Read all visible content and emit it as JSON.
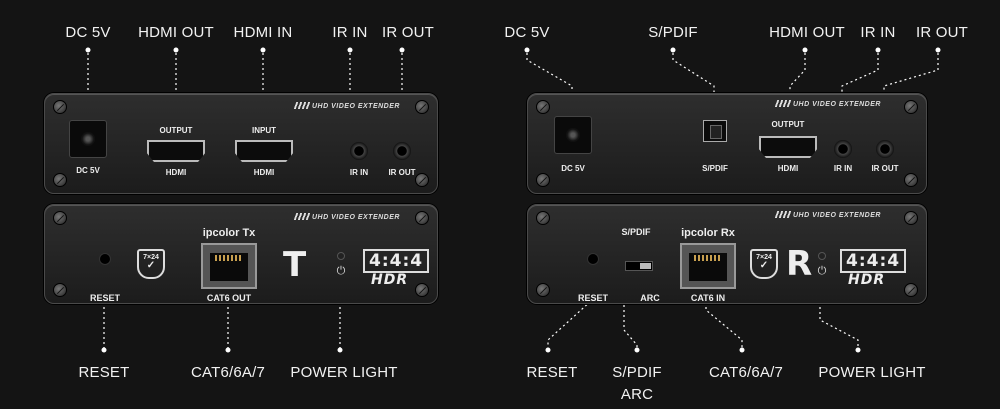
{
  "colors": {
    "background": "#141414",
    "panel": "#262626",
    "text": "#f2f2f2",
    "wire": "#ffffff"
  },
  "tx": {
    "top_callouts": {
      "dc": "DC 5V",
      "hdmi_out": "HDMI OUT",
      "hdmi_in": "HDMI IN",
      "ir_in": "IR IN",
      "ir_out": "IR OUT"
    },
    "front": {
      "brand_tag": "UHD VIDEO EXTENDER",
      "dc_label": "DC 5V",
      "output_label": "OUTPUT",
      "output_hdmi": "HDMI",
      "input_label": "INPUT",
      "input_hdmi": "HDMI",
      "ir_in": "IR IN",
      "ir_out": "IR OUT"
    },
    "back": {
      "brand_tag": "UHD VIDEO EXTENDER",
      "reset": "RESET",
      "badge": "7×24",
      "brand": "ipcolor Tx",
      "cat_label": "CAT6 OUT",
      "letter": "T",
      "chroma": "4:4:4",
      "hdr": "HDR"
    },
    "bottom_callouts": {
      "reset": "RESET",
      "cat": "CAT6/6A/7",
      "power": "POWER LIGHT"
    }
  },
  "rx": {
    "top_callouts": {
      "dc": "DC 5V",
      "spdif": "S/PDIF",
      "hdmi_out": "HDMI OUT",
      "ir_in": "IR IN",
      "ir_out": "IR OUT"
    },
    "front": {
      "brand_tag": "UHD VIDEO EXTENDER",
      "dc_label": "DC 5V",
      "spdif_label": "S/PDIF",
      "output_label": "OUTPUT",
      "output_hdmi": "HDMI",
      "ir_in": "IR IN",
      "ir_out": "IR OUT"
    },
    "back": {
      "brand_tag": "UHD VIDEO EXTENDER",
      "reset": "RESET",
      "switch_top": "S/PDIF",
      "switch_bottom": "ARC",
      "brand": "ipcolor Rx",
      "cat_label": "CAT6 IN",
      "badge": "7×24",
      "letter": "R",
      "chroma": "4:4:4",
      "hdr": "HDR"
    },
    "bottom_callouts": {
      "reset": "RESET",
      "spdif_arc_1": "S/PDIF",
      "spdif_arc_2": "ARC",
      "cat": "CAT6/6A/7",
      "power": "POWER LIGHT"
    }
  }
}
